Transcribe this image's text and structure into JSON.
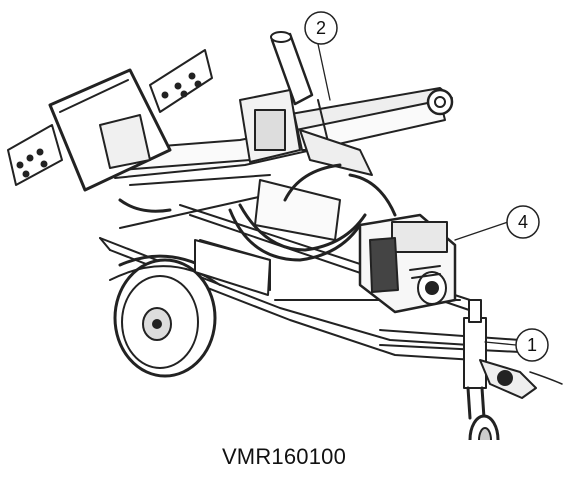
{
  "figure": {
    "caption": "VMR160100",
    "callouts": [
      {
        "label": "2"
      },
      {
        "label": "4"
      },
      {
        "label": "1"
      }
    ]
  }
}
